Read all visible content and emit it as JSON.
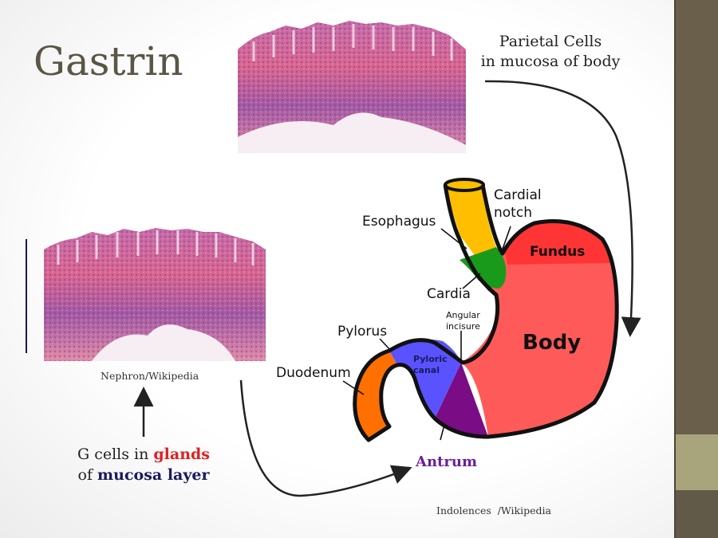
{
  "slide": {
    "title": "Gastrin",
    "parietal_label": {
      "line1": "Parietal Cells",
      "line2": "in mucosa of body"
    },
    "gcell_label": {
      "part1": "G cells in ",
      "part2": "glands",
      "part3": "of ",
      "part4": "mucosa layer"
    },
    "credit_left": "Nephron/Wikipedia",
    "credit_right": "Indolences  /Wikipedia"
  },
  "diagram": {
    "labels": {
      "esophagus": "Esophagus",
      "cardial_notch_1": "Cardial",
      "cardial_notch_2": "notch",
      "fundus": "Fundus",
      "cardia": "Cardia",
      "angular_1": "Angular",
      "angular_2": "incisure",
      "pylorus": "Pylorus",
      "pyloric_1": "Pyloric",
      "pyloric_2": "canal",
      "body": "Body",
      "duodenum": "Duodenum",
      "antrum": "Antrum"
    },
    "colors": {
      "esophagus": "#ffbf00",
      "cardia": "#1a9a1a",
      "fundus": "#ff3535",
      "body": "#ff5a5a",
      "pyloric": "#5a52ff",
      "antrum": "#7a0c86",
      "duodenum": "#ff7000",
      "antrum_text": "#6a1f9a"
    }
  },
  "theme": {
    "sidebar": "#6a5f4b",
    "sidebar_accent": "#a8a47c"
  }
}
